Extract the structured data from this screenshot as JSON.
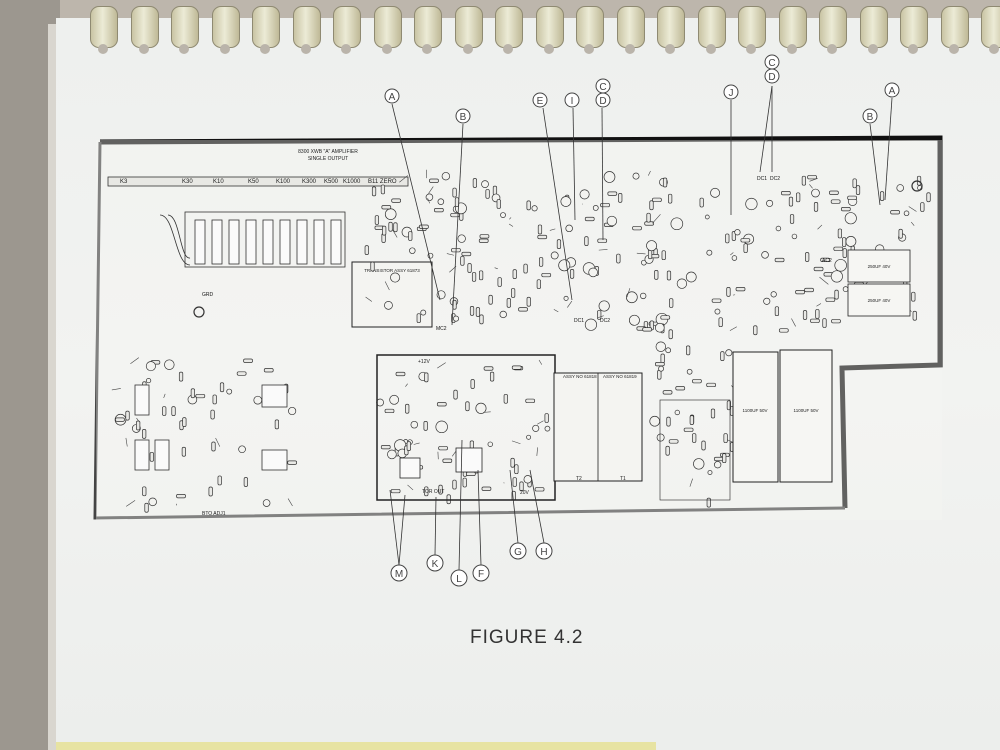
{
  "figure_caption": "FIGURE 4.2",
  "title_block": {
    "line1": "8300 XWB \"A\" AMPLIFIER",
    "line2": "SINGLE OUTPUT"
  },
  "callouts": [
    {
      "id": "A",
      "letter": "A"
    },
    {
      "id": "B",
      "letter": "B"
    },
    {
      "id": "E",
      "letter": "E"
    },
    {
      "id": "I",
      "letter": "I"
    },
    {
      "id": "C",
      "letter": "C"
    },
    {
      "id": "D",
      "letter": "D"
    },
    {
      "id": "J",
      "letter": "J"
    },
    {
      "id": "C2",
      "letter": "C"
    },
    {
      "id": "D2",
      "letter": "D"
    },
    {
      "id": "B2",
      "letter": "B"
    },
    {
      "id": "A2",
      "letter": "A"
    },
    {
      "id": "M",
      "letter": "M"
    },
    {
      "id": "K",
      "letter": "K"
    },
    {
      "id": "L",
      "letter": "L"
    },
    {
      "id": "F",
      "letter": "F"
    },
    {
      "id": "G",
      "letter": "G"
    },
    {
      "id": "H",
      "letter": "H"
    }
  ],
  "top_labels": [
    "K3",
    "K30",
    "K10",
    "K50",
    "K100",
    "K300",
    "K500",
    "K1000",
    "B11 ZERO"
  ],
  "board_labels": {
    "transistor": "TRANSISTOR ASSY 61873",
    "dc1": "DC1",
    "dc2": "DC2",
    "ac2": "AC2",
    "gnd": "GRD",
    "mc2": "MC2",
    "bto_adj": "BTO ADJ1",
    "tor_out": "TOR OUT",
    "v12": "+12V",
    "v20": "20V",
    "assy1": "ASSY NO 61818",
    "assy2": "ASSY NO 61819",
    "t2": "T2",
    "t1": "T1",
    "cap1": "1100UF 50V",
    "cap2": "1100UF 50V",
    "cap3": "250UF 40V",
    "cap4": "250UF 40V"
  }
}
